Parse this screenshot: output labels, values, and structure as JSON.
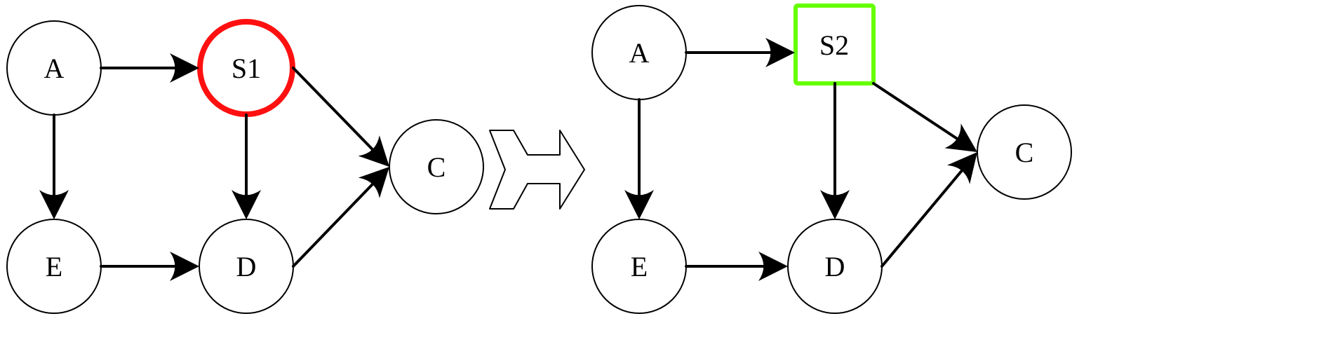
{
  "left_graph": {
    "nodes": {
      "A": "A",
      "S1": "S1",
      "E": "E",
      "D": "D",
      "C": "C"
    },
    "highlight_color": "#ff1010"
  },
  "right_graph": {
    "nodes": {
      "A": "A",
      "S2": "S2",
      "E": "E",
      "D": "D",
      "C": "C"
    },
    "highlight_color": "#66ff00"
  }
}
